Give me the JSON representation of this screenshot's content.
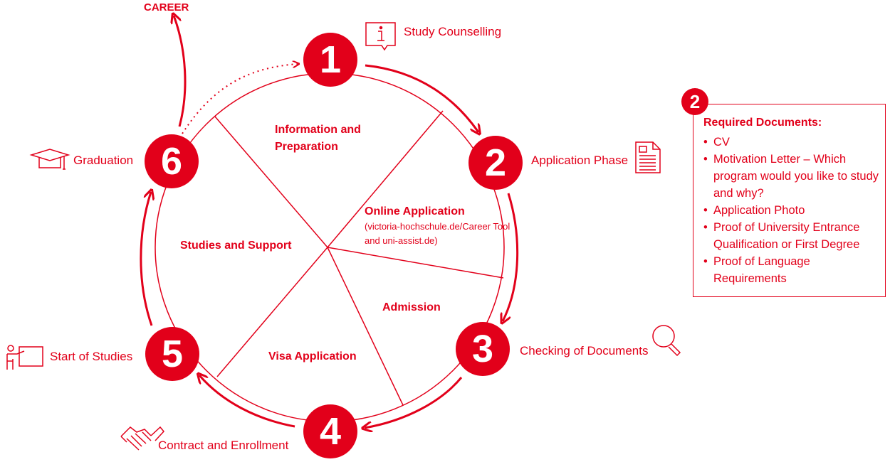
{
  "career": "CAREER",
  "steps": [
    {
      "number": "1",
      "label": "Study Counselling",
      "icon": "info-sign-icon"
    },
    {
      "number": "2",
      "label": "Application Phase",
      "icon": "document-icon"
    },
    {
      "number": "3",
      "label": "Checking of Documents",
      "icon": "magnifier-icon"
    },
    {
      "number": "4",
      "label": "Contract and Enrollment",
      "icon": "handshake-icon"
    },
    {
      "number": "5",
      "label": "Start of Studies",
      "icon": "teacher-board-icon"
    },
    {
      "number": "6",
      "label": "Graduation",
      "icon": "graduation-cap-icon"
    }
  ],
  "segments": {
    "information": "Information and Preparation",
    "online_title": "Online Application",
    "online_sub": "(victoria-hochschule.de/Career Tool and uni-assist.de)",
    "admission": "Admission",
    "visa": "Visa Application",
    "studies": "Studies and Support"
  },
  "documents": {
    "badge": "2",
    "title": "Required Documents:",
    "items": [
      "CV",
      "Motivation Letter – Which program would you like to study and why?",
      "Application Photo",
      "Proof of University Entrance Qualification or First Degree",
      "Proof of Language Requirements"
    ]
  },
  "colors": {
    "accent": "#e2001a",
    "background": "#ffffff"
  }
}
